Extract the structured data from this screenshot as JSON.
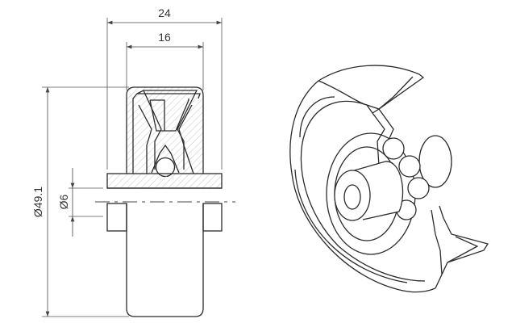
{
  "drawing": {
    "dimensions": {
      "overall_width": "24",
      "tread_width": "16",
      "outer_diameter": "Ø49.1",
      "bore_diameter": "Ø6"
    },
    "colors": {
      "line": "#2b2b2b",
      "dim_line": "#555555",
      "hatch": "#bbbbbb"
    }
  }
}
